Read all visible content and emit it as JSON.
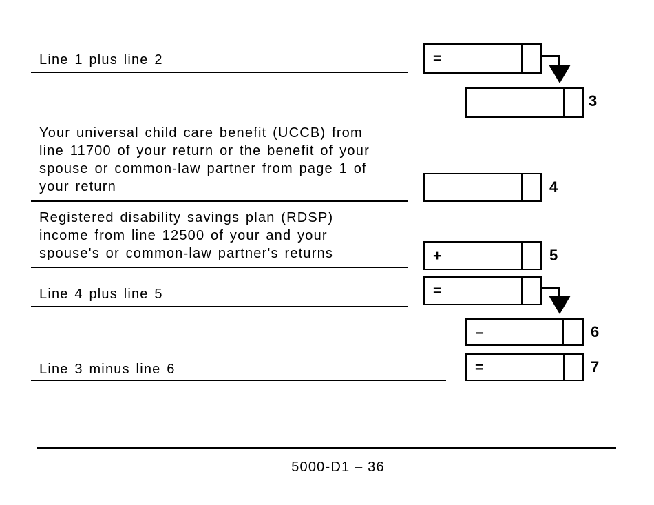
{
  "form": {
    "row1": {
      "label": "Line 1 plus line 2",
      "operator": "=",
      "value_dollars": "",
      "value_cents": ""
    },
    "row3": {
      "line_number": "3",
      "value_dollars": "",
      "value_cents": ""
    },
    "row4": {
      "label_lines": [
        "Your universal child care benefit (UCCB) from",
        "line 11700 of your return or the benefit of your",
        "spouse or common-law partner from page 1 of",
        "your return"
      ],
      "line_number": "4",
      "value_dollars": "",
      "value_cents": ""
    },
    "row5": {
      "label_lines": [
        "Registered disability savings plan (RDSP)",
        "income from line 12500 of your and your",
        "spouse's or common-law partner's returns"
      ],
      "operator": "+",
      "line_number": "5",
      "value_dollars": "",
      "value_cents": ""
    },
    "row45": {
      "label": "Line 4 plus line 5",
      "operator": "=",
      "value_dollars": "",
      "value_cents": ""
    },
    "row6": {
      "operator": "–",
      "line_number": "6",
      "value_dollars": "",
      "value_cents": ""
    },
    "row7": {
      "label": "Line 3 minus line 6",
      "operator": "=",
      "line_number": "7",
      "value_dollars": "",
      "value_cents": ""
    }
  },
  "footer": {
    "page_code": "5000-D1 – 36"
  },
  "colors": {
    "ink": "#000000",
    "paper": "#ffffff"
  }
}
